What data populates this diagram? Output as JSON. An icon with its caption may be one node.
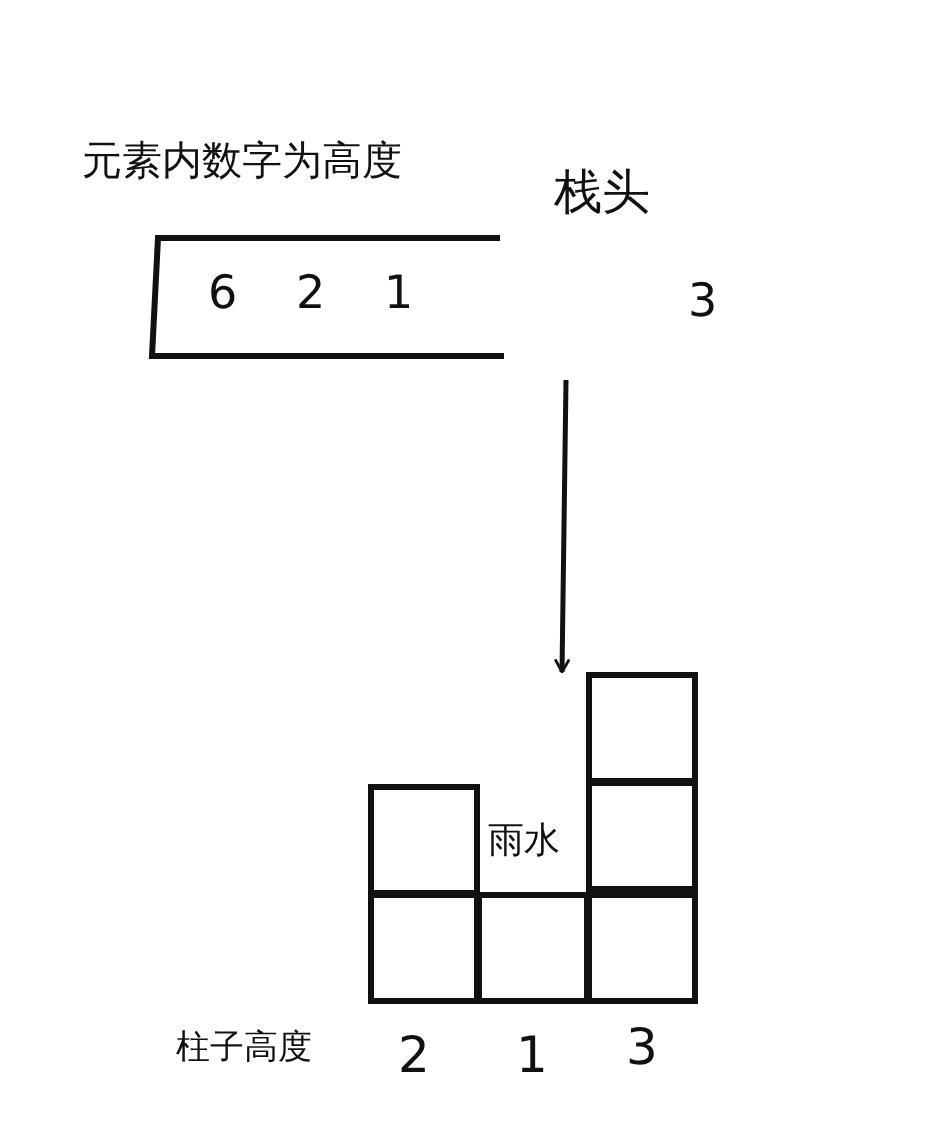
{
  "diagram": {
    "nodes": [
      {
        "text": [
          "6",
          "2",
          "1"
        ]
      },
      {
        "text": [
          "3"
        ]
      },
      {
        "text": [],
        "shape": "bar"
      },
      {
        "text": [],
        "shape": "box",
        "in": 2
      },
      {
        "text": [],
        "shape": "box",
        "in": 2
      },
      {
        "text": [],
        "shape": "box",
        "in": 2
      },
      {
        "text": [],
        "shape": "box",
        "in": 2
      },
      {
        "text": [],
        "shape": "box",
        "in": 2
      },
      {
        "text": [],
        "shape": "box",
        "in": 2
      }
    ],
    "edges": [
      {
        "from": null,
        "to": 2,
        "arrow": "to"
      }
    ],
    "labels": [
      "元素内数字为高度",
      "栈头",
      "雨水",
      "柱子高度",
      "2",
      "1",
      "3"
    ]
  }
}
